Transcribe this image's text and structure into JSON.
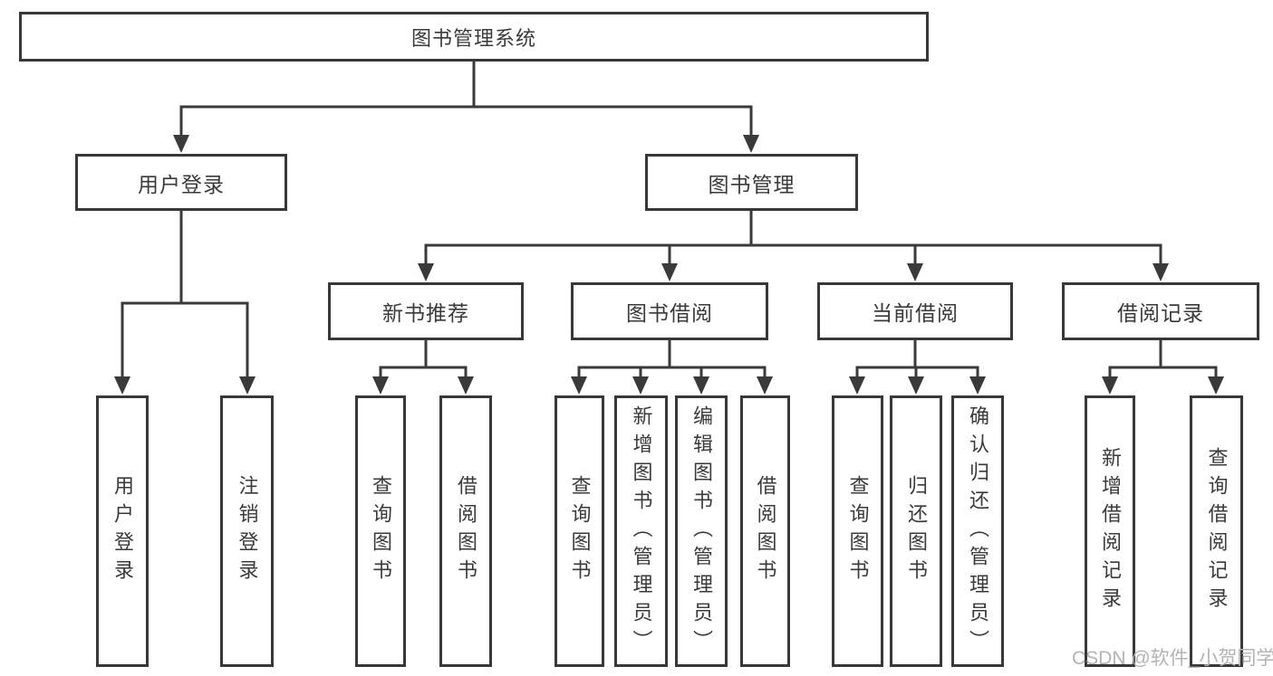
{
  "colors": {
    "line": "#3a3a3a",
    "text": "#3a3a3a",
    "box_background": "#ffffff",
    "page_background": "#ffffff",
    "watermark": "#b3b3b3"
  },
  "tree": {
    "root": "图书管理系统",
    "left": {
      "label": "用户登录",
      "children": [
        "用户登录",
        "注销登录"
      ]
    },
    "right": {
      "label": "图书管理",
      "groups": [
        {
          "label": "新书推荐",
          "children": [
            "查询图书",
            "借阅图书"
          ]
        },
        {
          "label": "图书借阅",
          "children": [
            "查询图书",
            "新增图书（管理员）",
            "编辑图书（管理员）",
            "借阅图书"
          ]
        },
        {
          "label": "当前借阅",
          "children": [
            "查询图书",
            "归还图书",
            "确认归还（管理员）"
          ]
        },
        {
          "label": "借阅记录",
          "children": [
            "新增借阅记录",
            "查询借阅记录"
          ]
        }
      ]
    }
  },
  "watermark": {
    "text": "CSDN @软件_小贺同学"
  }
}
